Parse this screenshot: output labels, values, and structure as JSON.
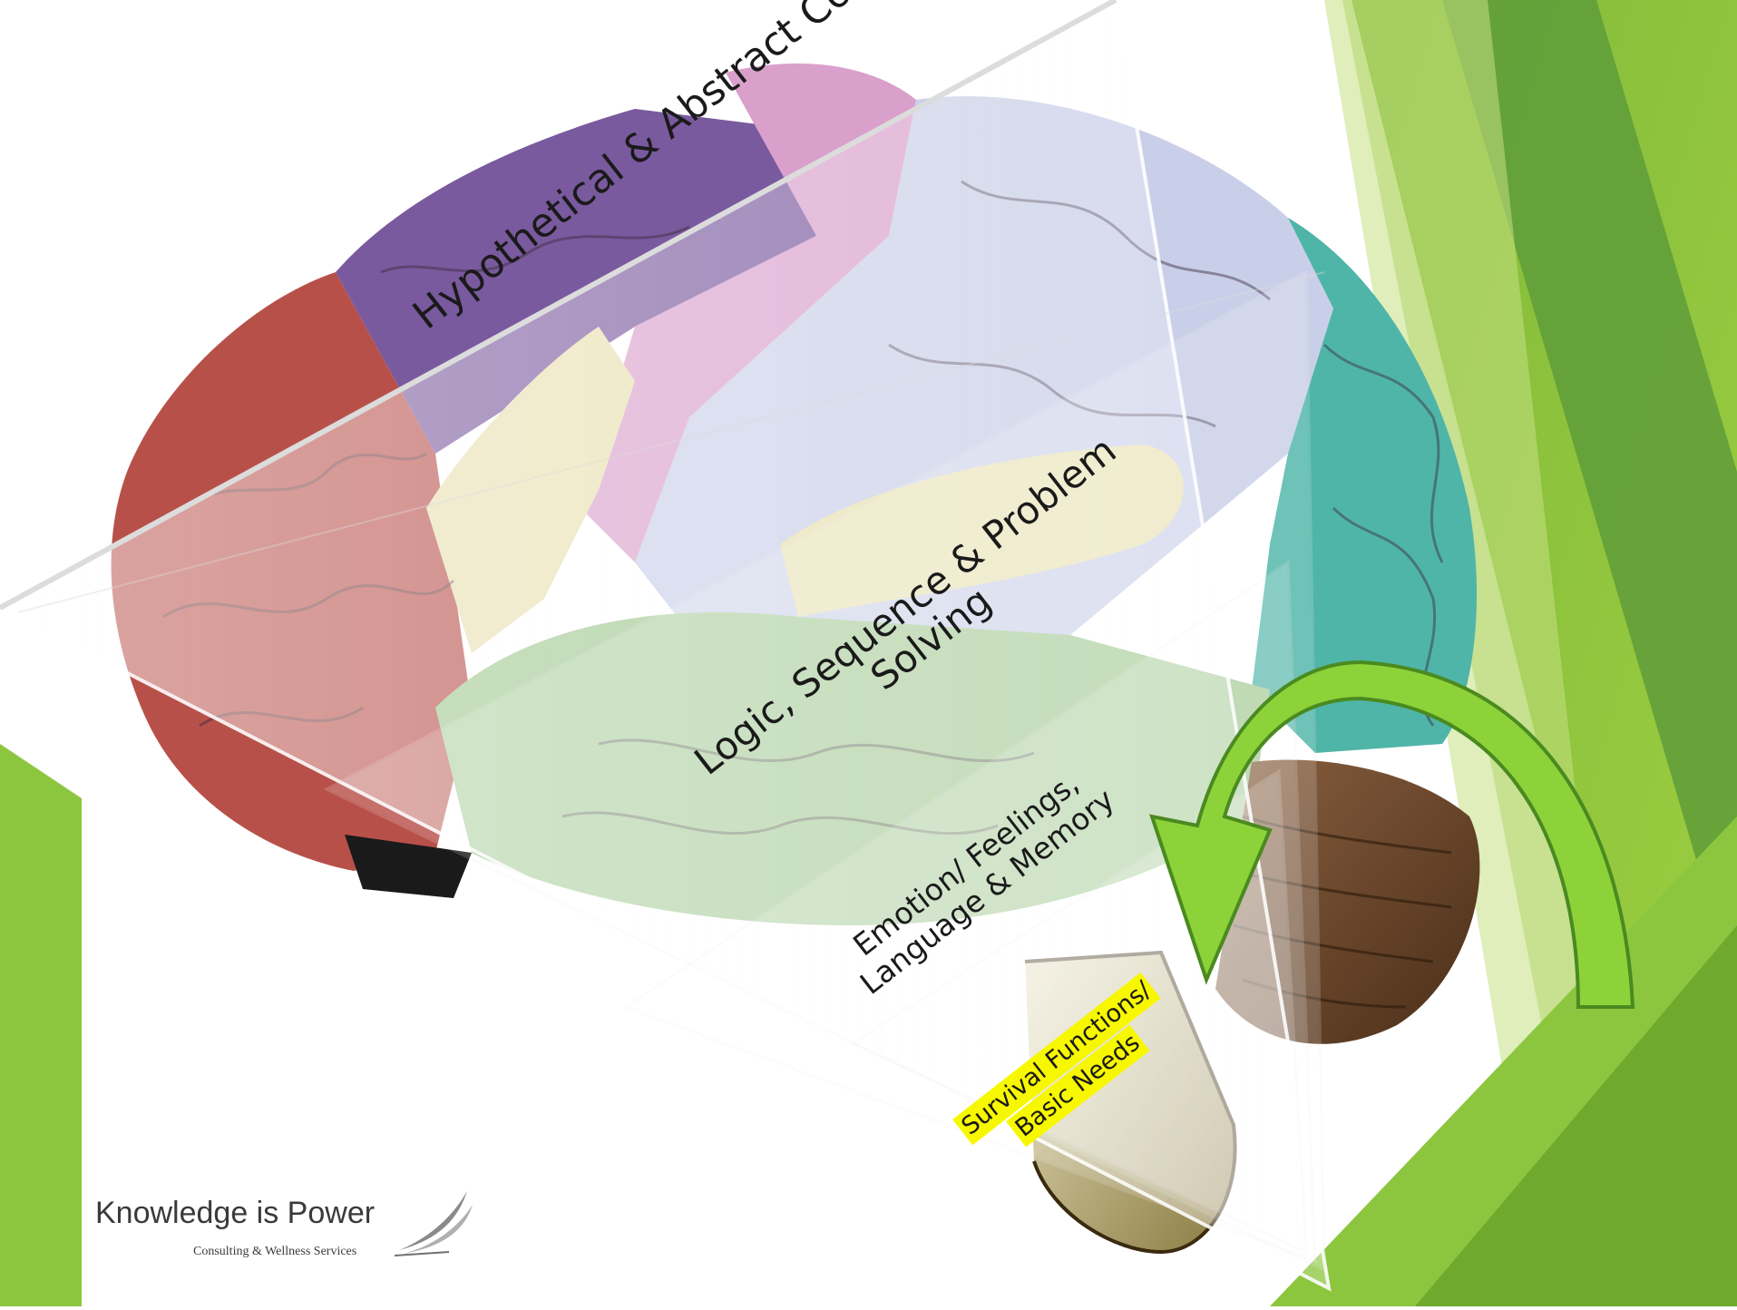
{
  "diagram": {
    "labels": {
      "hypothetical": "Hypothetical & Abstract Concepts",
      "logic_line1": "Logic, Sequence & Problem",
      "logic_line2": "Solving",
      "emotion_line1": "Emotion/ Feelings,",
      "emotion_line2": "Language & Memory",
      "survival_line1": "Survival Functions/",
      "survival_line2": "Basic Needs"
    },
    "highlight_color": "#f7f700",
    "arrow_color": "#8ed23a"
  },
  "logo": {
    "title": "Knowledge is Power",
    "subtitle": "Consulting & Wellness Services"
  },
  "theme": {
    "accent_green": "#8cc63f",
    "dark_green": "#5a9a2a",
    "brain_regions": [
      "#b8504a",
      "#7a5a9e",
      "#d9a0cc",
      "#c9cfe8",
      "#4fb5a8",
      "#e8e0b0",
      "#a0c890",
      "#6b4a2f"
    ]
  }
}
